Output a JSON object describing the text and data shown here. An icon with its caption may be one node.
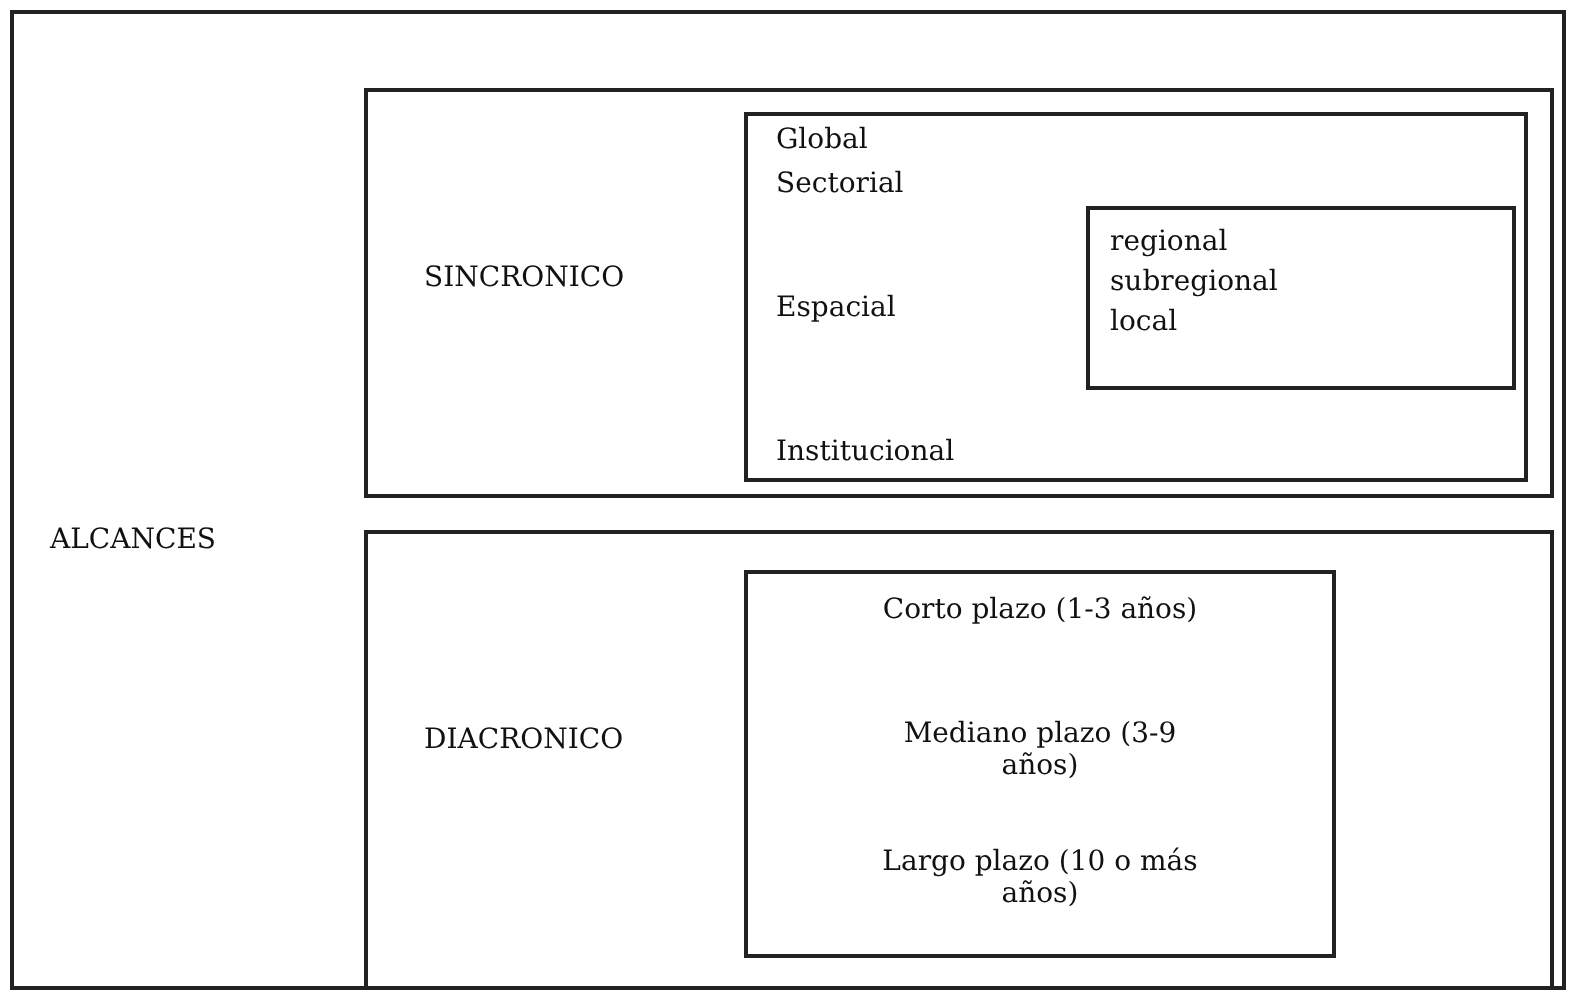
{
  "diagram": {
    "nodes": [
      {
        "text": [
          "ALCANCES"
        ]
      },
      {
        "text": [
          "SINCRONICO"
        ],
        "in": 0
      },
      {
        "text": [
          "Global",
          "Sectorial",
          "Espacial",
          "Institucional"
        ],
        "in": 1
      },
      {
        "text": [
          "regional",
          "subregional",
          "local"
        ],
        "in": 2
      },
      {
        "text": [
          "DIACRONICO"
        ],
        "in": 0
      },
      {
        "text": [
          "Corto plazo (1-3 años)"
        ],
        "in": 4
      },
      {
        "text": [
          "Mediano plazo (3-9 años)"
        ],
        "in": 4
      },
      {
        "text": [
          "Largo plazo (10 o más años)"
        ],
        "in": 4
      }
    ]
  }
}
